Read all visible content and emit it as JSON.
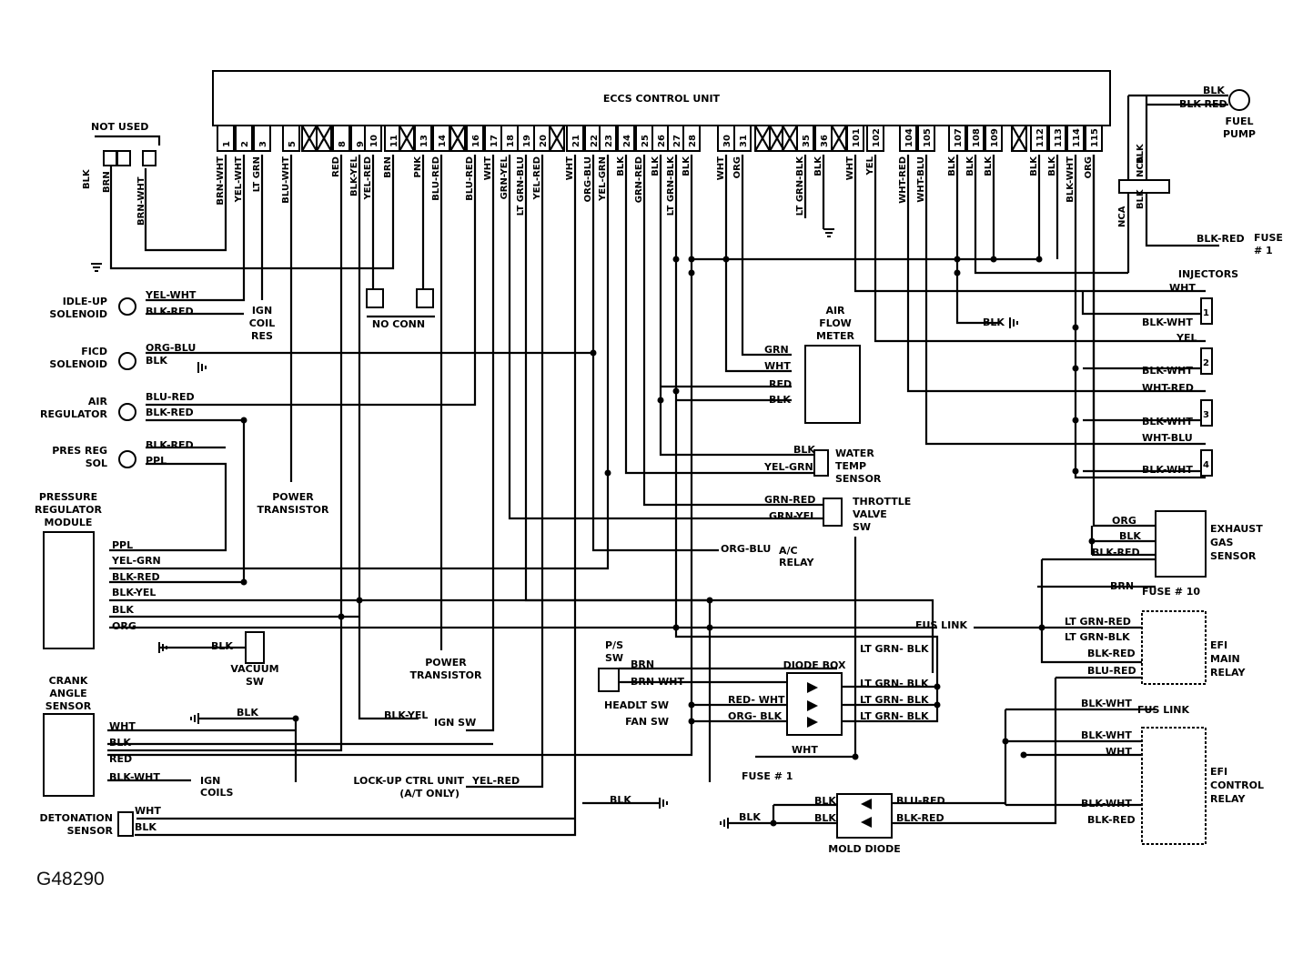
{
  "title": "ECCS CONTROL UNIT",
  "figure_id": "G48290",
  "ecu_pins": [
    "1",
    "2",
    "3",
    "5",
    "8",
    "9",
    "10",
    "11",
    "13",
    "14",
    "16",
    "17",
    "18",
    "19",
    "20",
    "21",
    "22",
    "23",
    "24",
    "25",
    "26",
    "27",
    "28",
    "30",
    "31",
    "35",
    "36",
    "101",
    "102",
    "104",
    "105",
    "107",
    "108",
    "109",
    "112",
    "113",
    "114",
    "115"
  ],
  "pin_wires": [
    "BRN-WHT",
    "YEL-WHT",
    "LT GRN",
    "BLU-WHT",
    "RED",
    "BLK-YEL",
    "YEL-RED",
    "BRN",
    "PNK",
    "BLU-RED",
    "BLU-RED",
    "WHT",
    "GRN-YEL",
    "LT GRN-BLU",
    "YEL-RED",
    "WHT",
    "ORG-BLU",
    "YEL-GRN",
    "BLK",
    "GRN-RED",
    "BLK",
    "LT GRN-BLK",
    "BLK",
    "WHT",
    "ORG",
    "LT GRN-BLK",
    "BLK",
    "WHT",
    "YEL",
    "WHT-RED",
    "WHT-BLU",
    "BLK",
    "BLK",
    "BLK",
    "BLK",
    "BLK",
    "BLK-WHT",
    "ORG"
  ],
  "components": {
    "not_used": "NOT USED",
    "idle_up": [
      "IDLE-UP",
      "SOLENOID"
    ],
    "ficd": [
      "FICD",
      "SOLENOID"
    ],
    "air_reg": [
      "AIR",
      "REGULATOR"
    ],
    "pres_reg": [
      "PRES REG",
      "SOL"
    ],
    "prm": [
      "PRESSURE",
      "REGULATOR",
      "MODULE"
    ],
    "crank": [
      "CRANK",
      "ANGLE",
      "SENSOR"
    ],
    "detonation": [
      "DETONATION",
      "SENSOR"
    ],
    "ign_coil_res": [
      "IGN",
      "COIL",
      "RES"
    ],
    "no_conn": "NO CONN",
    "power_transistor_1": [
      "POWER",
      "TRANSISTOR"
    ],
    "power_transistor_2": [
      "POWER",
      "TRANSISTOR"
    ],
    "vacuum_sw": [
      "VACUUM",
      "SW"
    ],
    "ign_sw": "IGN SW",
    "ign_coils": [
      "IGN",
      "COILS"
    ],
    "lockup": [
      "LOCK-UP CTRL UNIT",
      "(A/T ONLY)"
    ],
    "ps_sw": [
      "P/S",
      "SW"
    ],
    "headlt_sw": "HEADLT SW",
    "fan_sw": "FAN SW",
    "diode_box": "DIODE BOX",
    "fuse1_low": "FUSE # 1",
    "mold_diode": "MOLD DIODE",
    "afm": [
      "AIR",
      "FLOW",
      "METER"
    ],
    "water_temp": [
      "WATER",
      "TEMP",
      "SENSOR"
    ],
    "throttle": [
      "THROTTLE",
      "VALVE",
      "SW"
    ],
    "ac_relay": [
      "A/C",
      "RELAY"
    ],
    "fuel_pump": [
      "FUEL",
      "PUMP"
    ],
    "fuse1_top": [
      "FUSE",
      "# 1"
    ],
    "injectors": "INJECTORS",
    "egs": [
      "EXHAUST",
      "GAS",
      "SENSOR"
    ],
    "fuse10": "FUSE # 10",
    "fus_link": "FUS LINK",
    "efi_main": [
      "EFI",
      "MAIN",
      "RELAY"
    ],
    "efi_ctrl": [
      "EFI",
      "CONTROL",
      "RELAY"
    ],
    "nca": "NCA",
    "inj_numbers": [
      "1",
      "2",
      "3",
      "4"
    ]
  },
  "wire_labels": {
    "blk": "BLK",
    "brn": "BRN",
    "brn_wht": "BRN-WHT",
    "yel_wht": "YEL-WHT",
    "blk_red": "BLK-RED",
    "org_blu": "ORG-BLU",
    "blu_red": "BLU-RED",
    "ppl": "PPL",
    "yel_grn": "YEL-GRN",
    "blk_yel": "BLK-YEL",
    "org": "ORG",
    "wht": "WHT",
    "red": "RED",
    "blk_wht": "BLK-WHT",
    "yel_red": "YEL-RED",
    "red_wht": "RED- WHT",
    "org_blk": "ORG- BLK",
    "lt_grn_blk": "LT GRN- BLK",
    "grn": "GRN",
    "grn_red": "GRN-RED",
    "grn_yel": "GRN-YEL",
    "wht_red": "WHT-RED",
    "wht_blu": "WHT-BLU",
    "yel": "YEL",
    "lt_grn_red": "LT GRN-RED",
    "lt_grn_blk2": "LT GRN-BLK",
    "blu_red2": "BLU-RED"
  }
}
